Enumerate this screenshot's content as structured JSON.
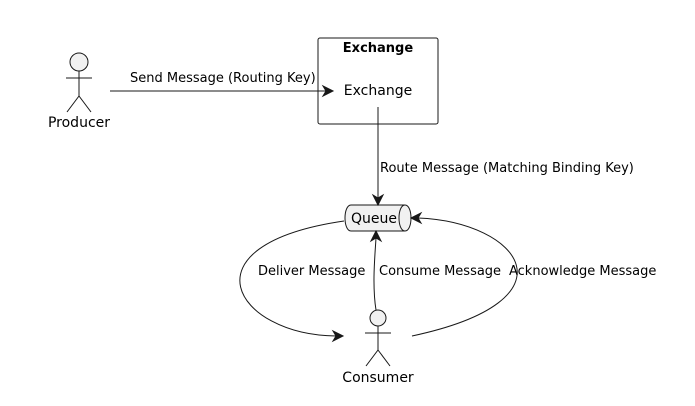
{
  "colors": {
    "background": "#ffffff",
    "node_fill": "#f1f1f1",
    "stroke": "#181818",
    "text": "#000000"
  },
  "nodes": {
    "producer": {
      "label": "Producer"
    },
    "exchange_group": {
      "title": "Exchange"
    },
    "exchange": {
      "label": "Exchange"
    },
    "queue": {
      "label": "Queue"
    },
    "consumer": {
      "label": "Consumer"
    }
  },
  "edges": {
    "send_message": {
      "label": "Send Message (Routing Key)"
    },
    "route_message": {
      "label": "Route Message (Matching Binding Key)"
    },
    "deliver_message": {
      "label": "Deliver Message"
    },
    "consume_message": {
      "label": "Consume Message"
    },
    "acknowledge_message": {
      "label": "Acknowledge Message"
    }
  }
}
